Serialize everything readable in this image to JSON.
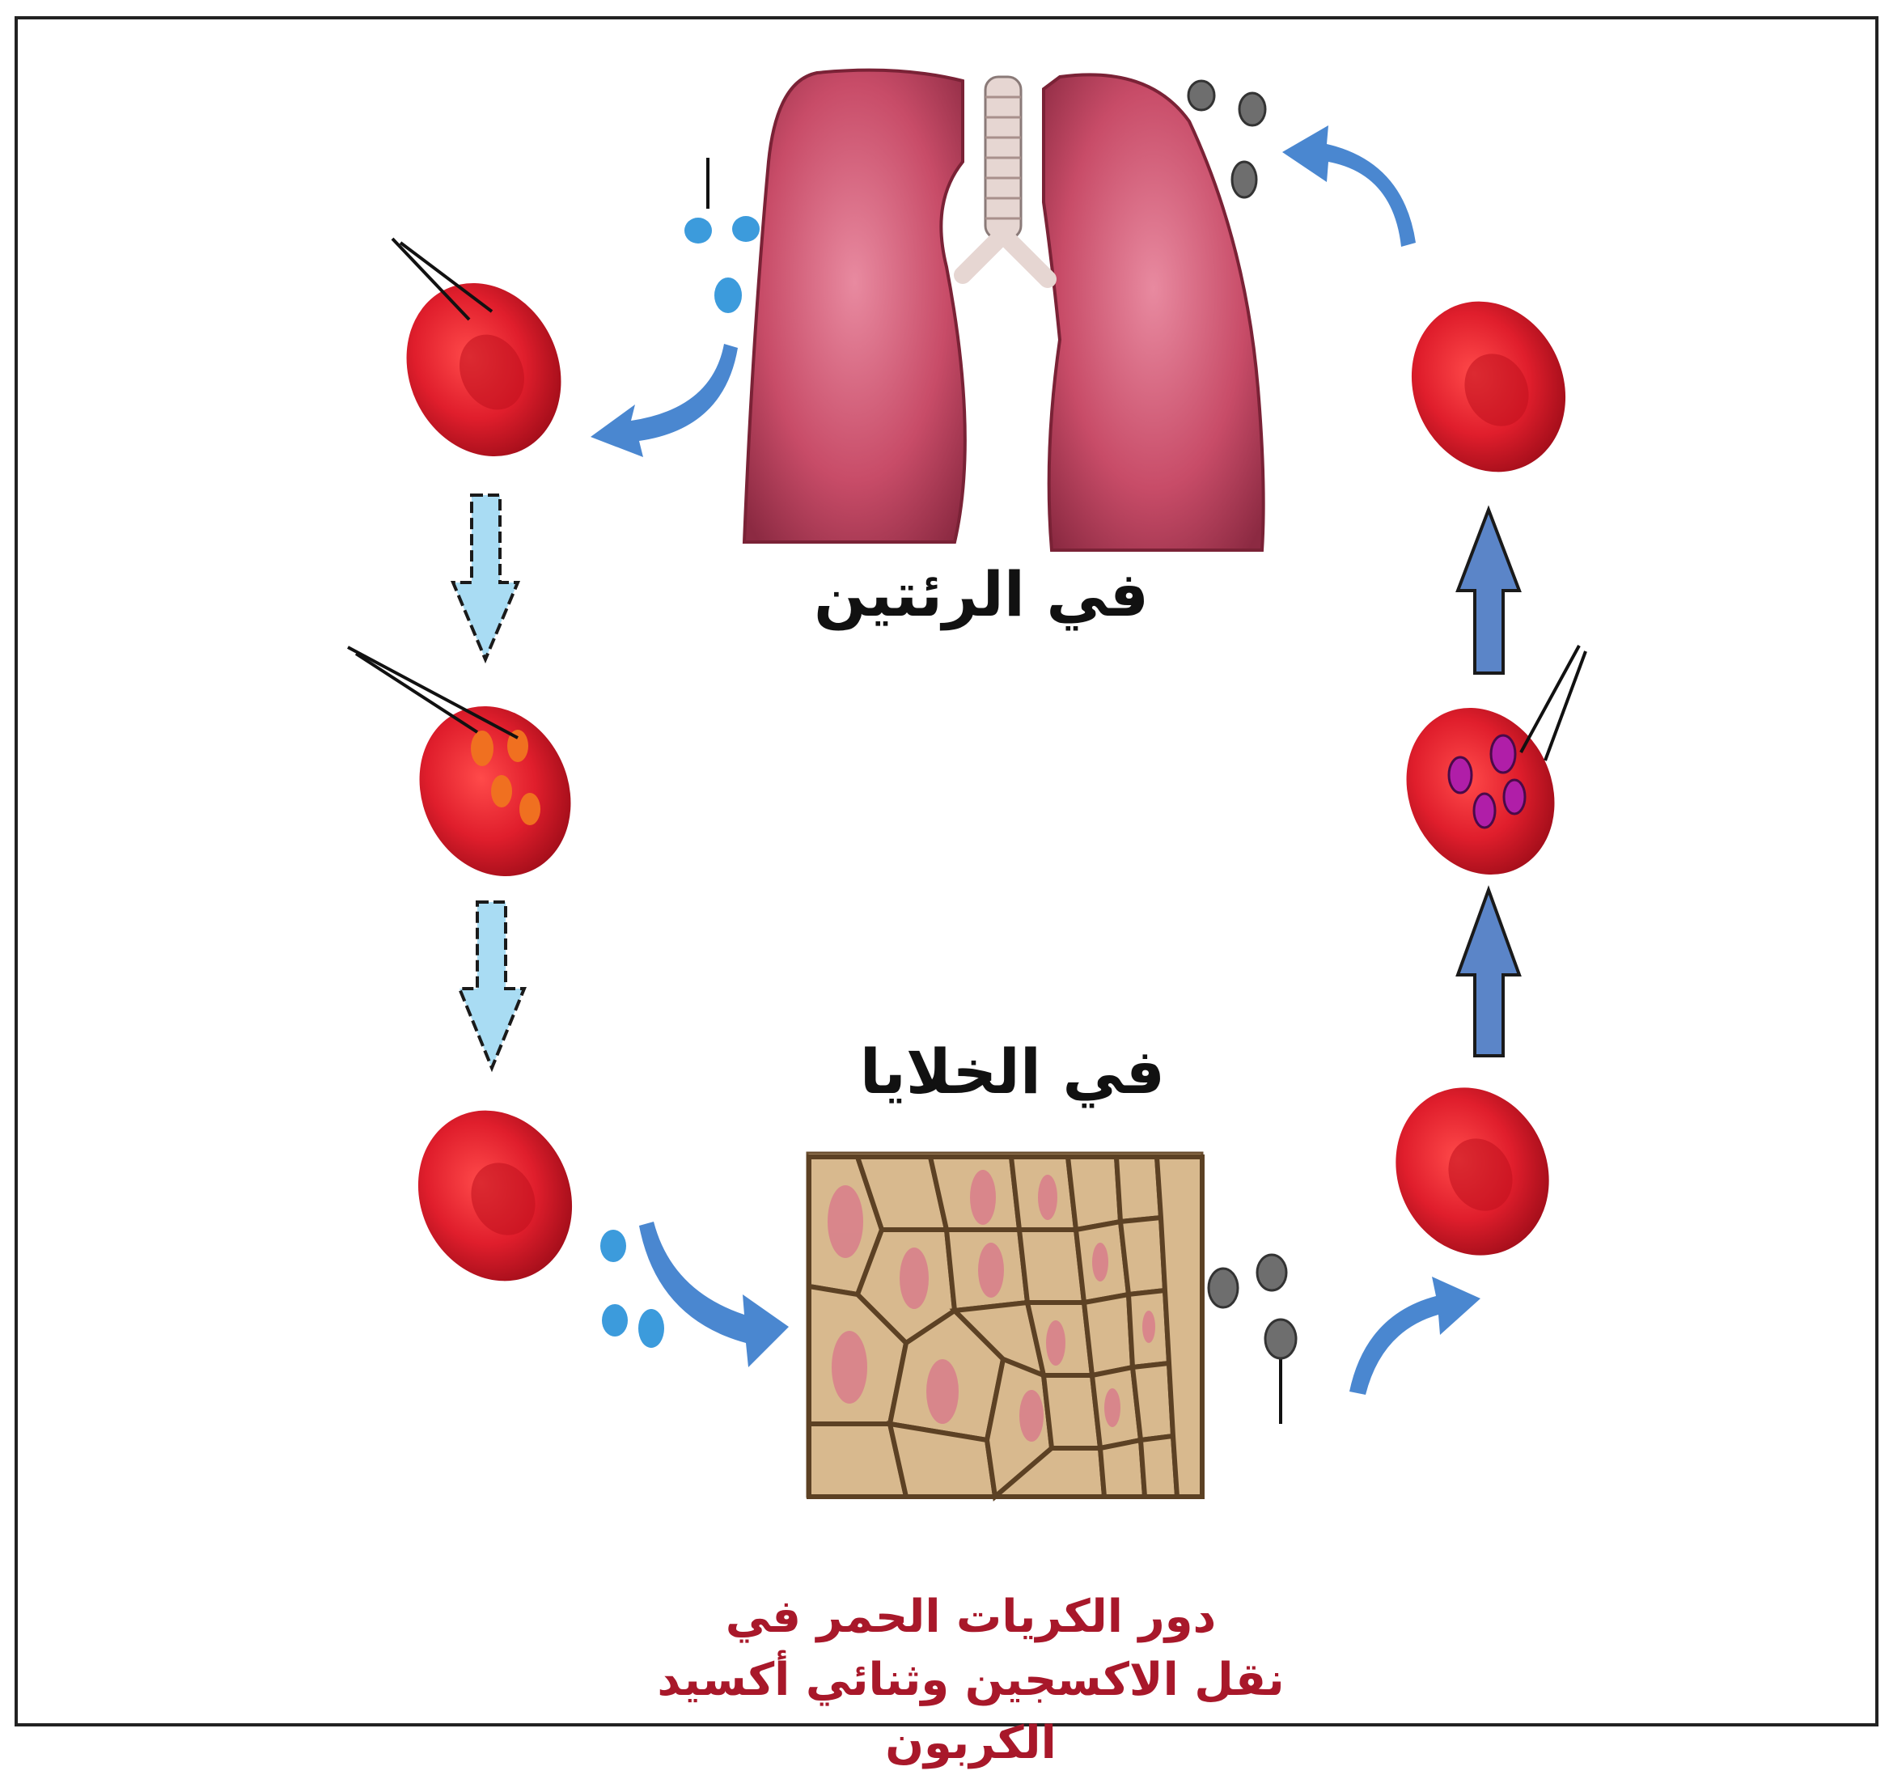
{
  "labels": {
    "lungs": "في الرئتين",
    "cells": "في الخلايا"
  },
  "caption": {
    "line1": "دور الكريات الحمر في",
    "line2": "نقل الاكسجين وثنائي أكسيد الكربون"
  },
  "colors": {
    "rbc": "#d3192a",
    "rbc_dark": "#a30f1c",
    "oxygen": "#3c9bdc",
    "co2": "#6e6e6e",
    "curved_arrow": "#4a87d0",
    "down_arrow": "#a9dcf3",
    "up_arrow": "#5b85c8",
    "lung": "#c84c68",
    "tissue": "#c9a77a",
    "caption": "#a8182a"
  }
}
